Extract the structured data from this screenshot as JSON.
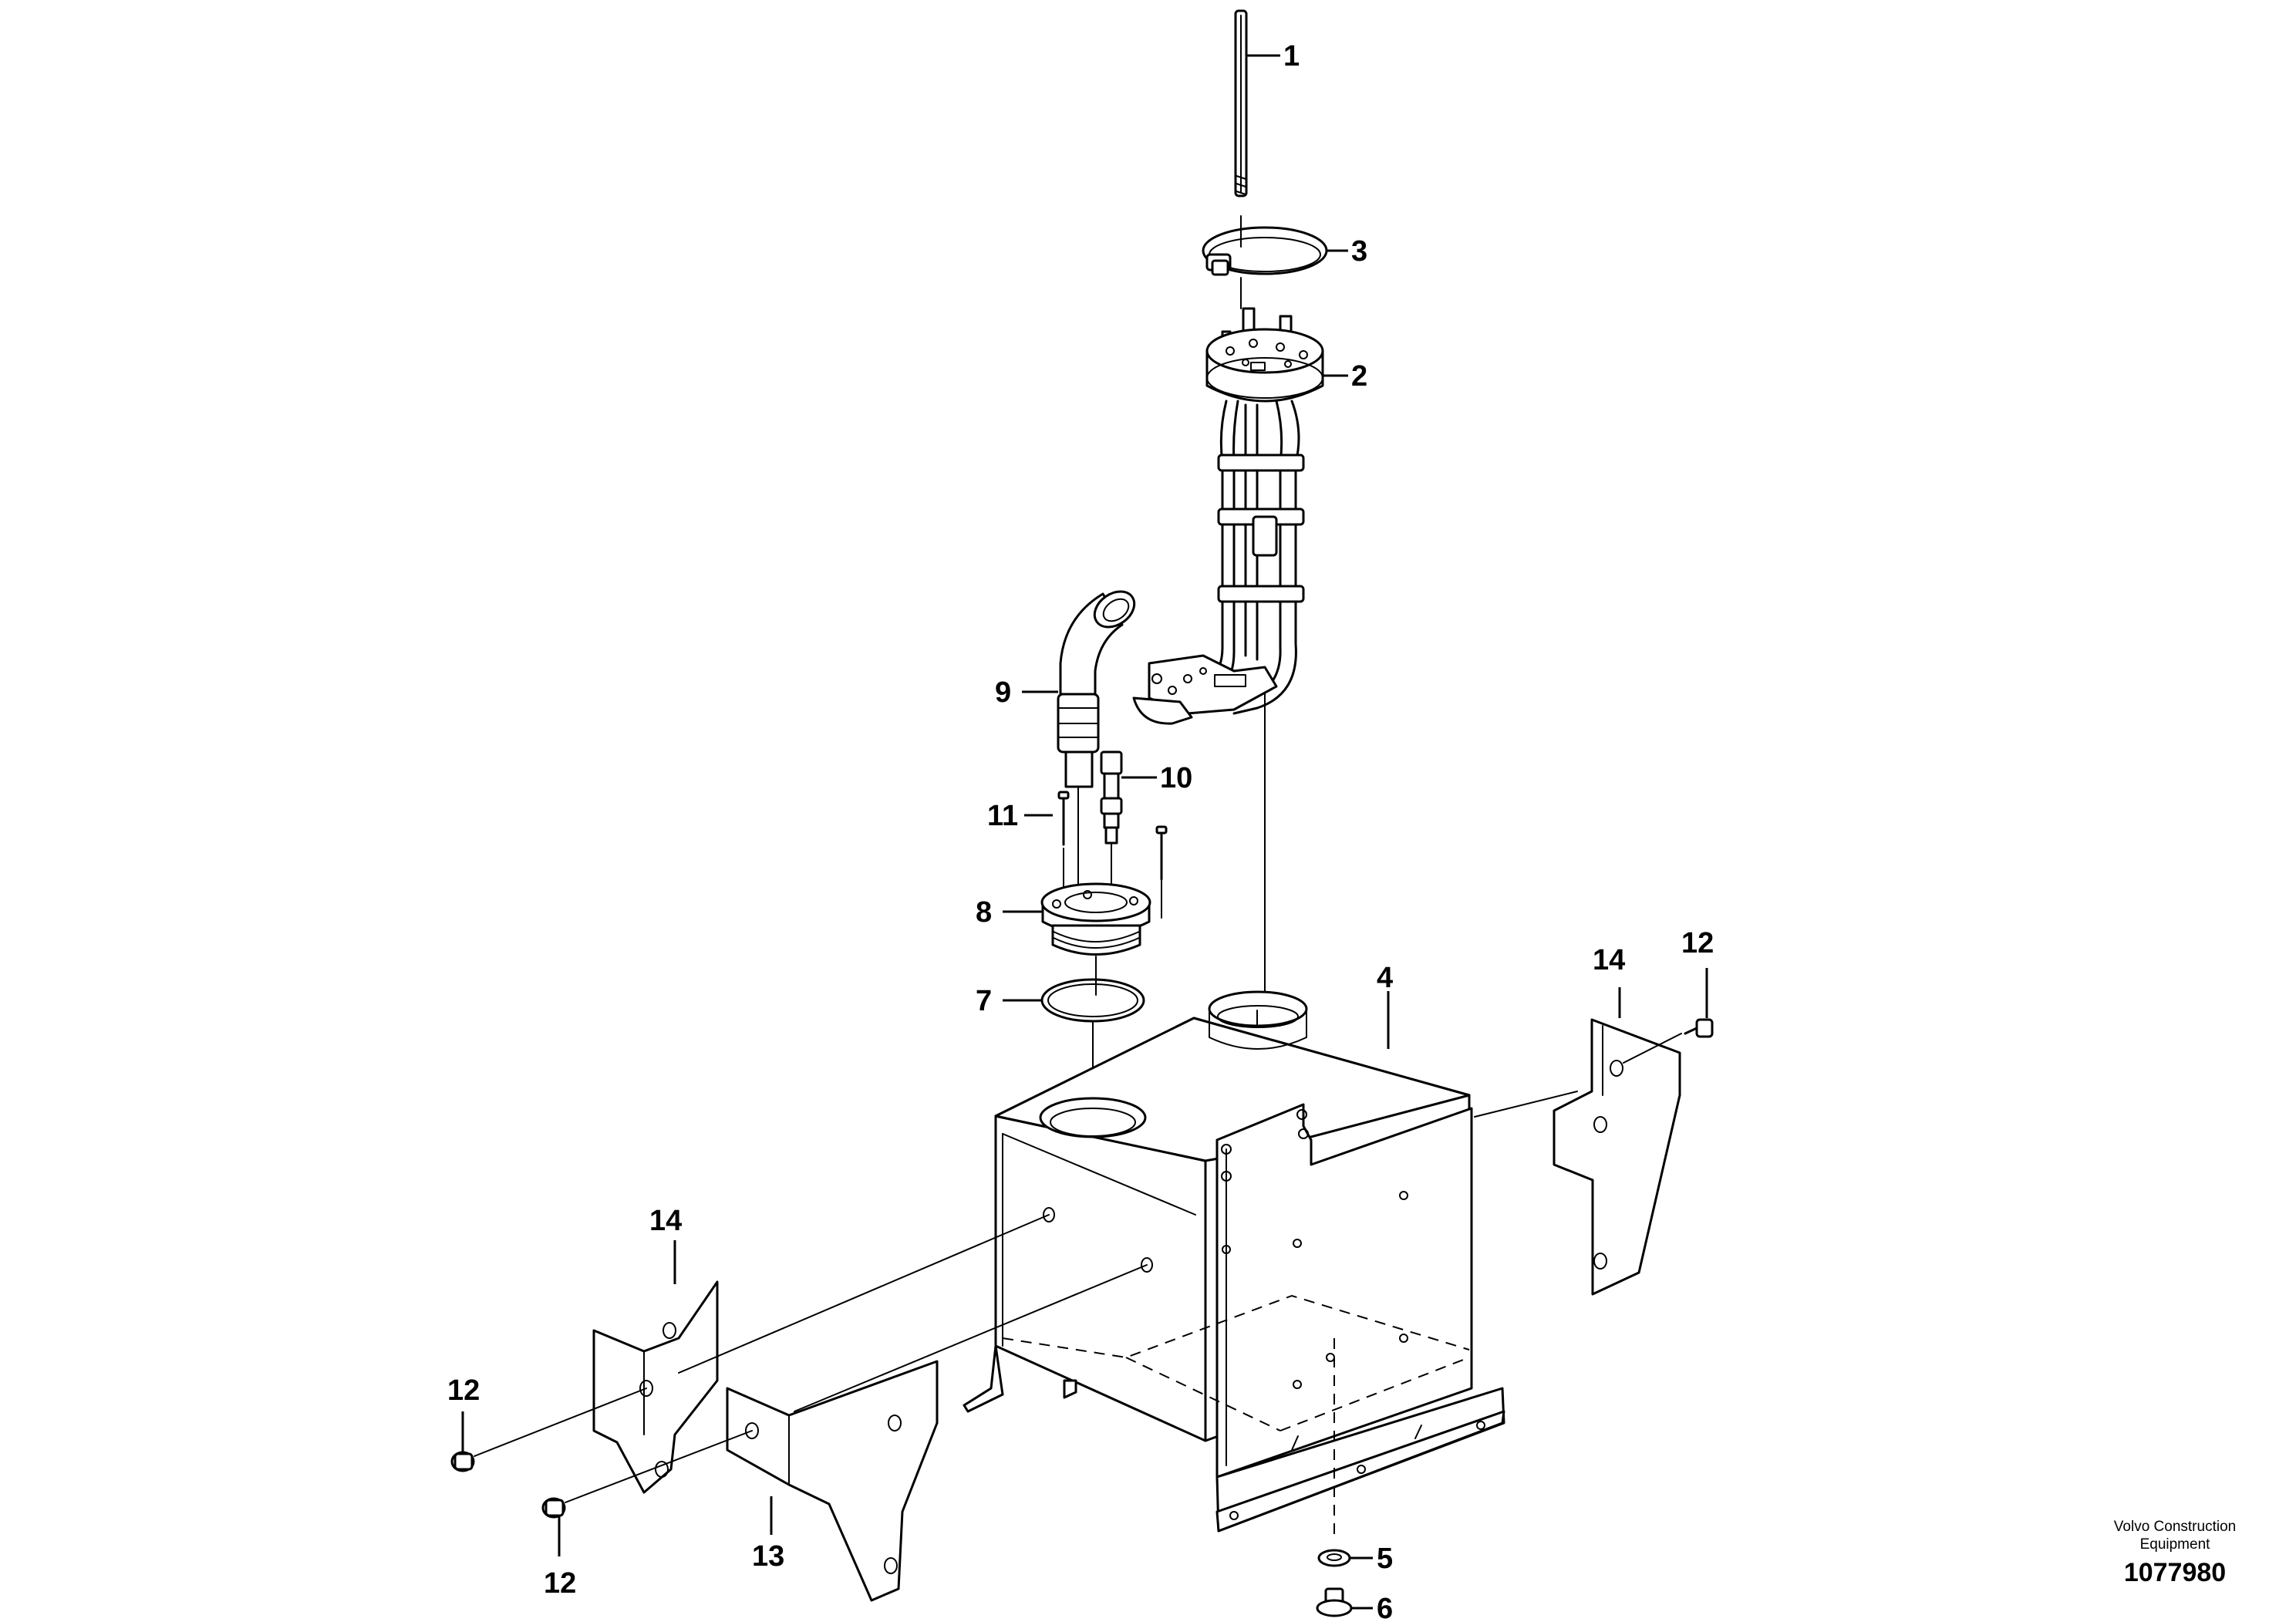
{
  "callouts": {
    "c1": "1",
    "c2": "2",
    "c3": "3",
    "c4": "4",
    "c5": "5",
    "c6": "6",
    "c7": "7",
    "c8": "8",
    "c9": "9",
    "c10": "10",
    "c11": "11",
    "c12": "12",
    "c13": "13",
    "c14": "14"
  },
  "footer": {
    "company_line1": "Volvo Construction",
    "company_line2": "Equipment",
    "document_number": "1077980"
  }
}
